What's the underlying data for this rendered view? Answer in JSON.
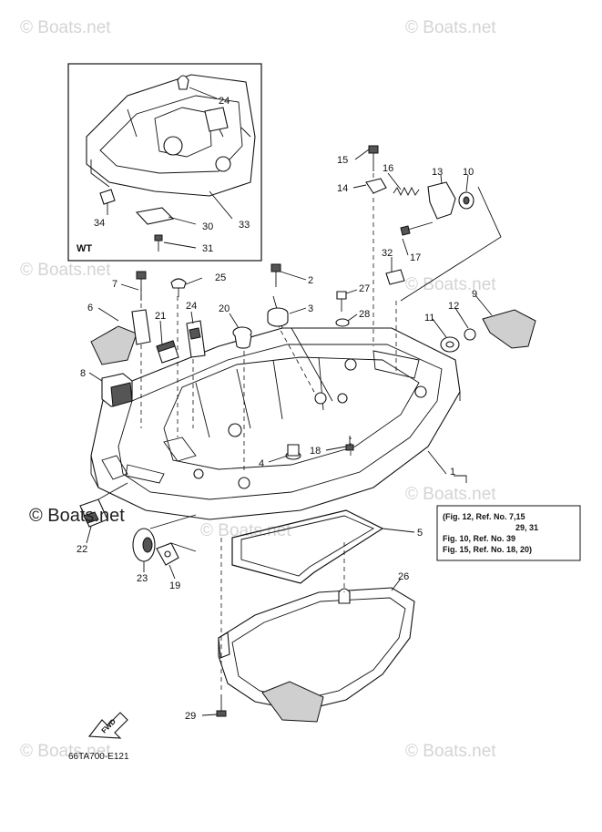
{
  "watermarks": [
    "© Boats.net",
    "© Boats.net",
    "© Boats.net",
    "© Boats.net",
    "© Boats.net",
    "© Boats.net",
    "© Boats.net",
    "© Boats.net"
  ],
  "inset_label": "WT",
  "part_labels": [
    "1",
    "2",
    "3",
    "4",
    "5",
    "6",
    "7",
    "8",
    "9",
    "10",
    "11",
    "12",
    "13",
    "14",
    "15",
    "16",
    "17",
    "18",
    "19",
    "20",
    "21",
    "22",
    "23",
    "24",
    "24",
    "25",
    "26",
    "27",
    "28",
    "29",
    "30",
    "31",
    "32",
    "33",
    "34"
  ],
  "reference_box": {
    "lines": [
      "(Fig. 12, Ref. No. 7,15",
      "29, 31",
      "Fig. 10, Ref. No. 39",
      "Fig. 15, Ref. No. 18, 20)"
    ]
  },
  "fwd_label": "FWD",
  "drawing_code": "66TA700-E121",
  "bold_watermark": "© Boats.net"
}
